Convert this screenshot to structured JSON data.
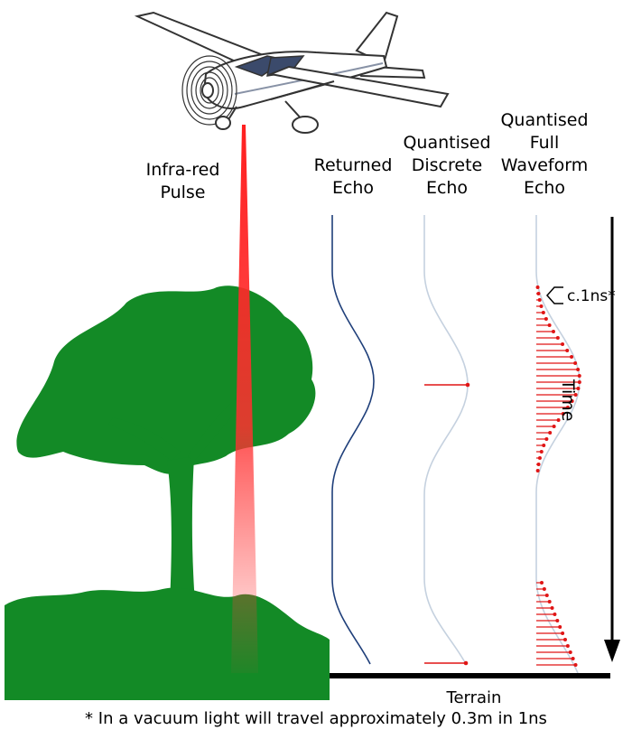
{
  "labels": {
    "pulse": "Infra-red\nPulse",
    "returned_echo": "Returned\nEcho",
    "discrete_echo": "Quantised\nDiscrete\nEcho",
    "full_waveform_echo": "Quantised\nFull\nWaveform\nEcho",
    "time_axis": "Time",
    "sample_interval": "c.1ns*",
    "terrain": "Terrain",
    "footnote": "* In a vacuum light will travel approximately 0.3m in 1ns"
  },
  "colors": {
    "foliage": "#138a26",
    "laser": "#ff2020",
    "returned_curve": "#1f3f7a",
    "faint_curve": "#c5d1df",
    "samples": "#e01515",
    "ground": "#000000"
  },
  "icons": [
    "airplane-icon",
    "tree-icon"
  ]
}
